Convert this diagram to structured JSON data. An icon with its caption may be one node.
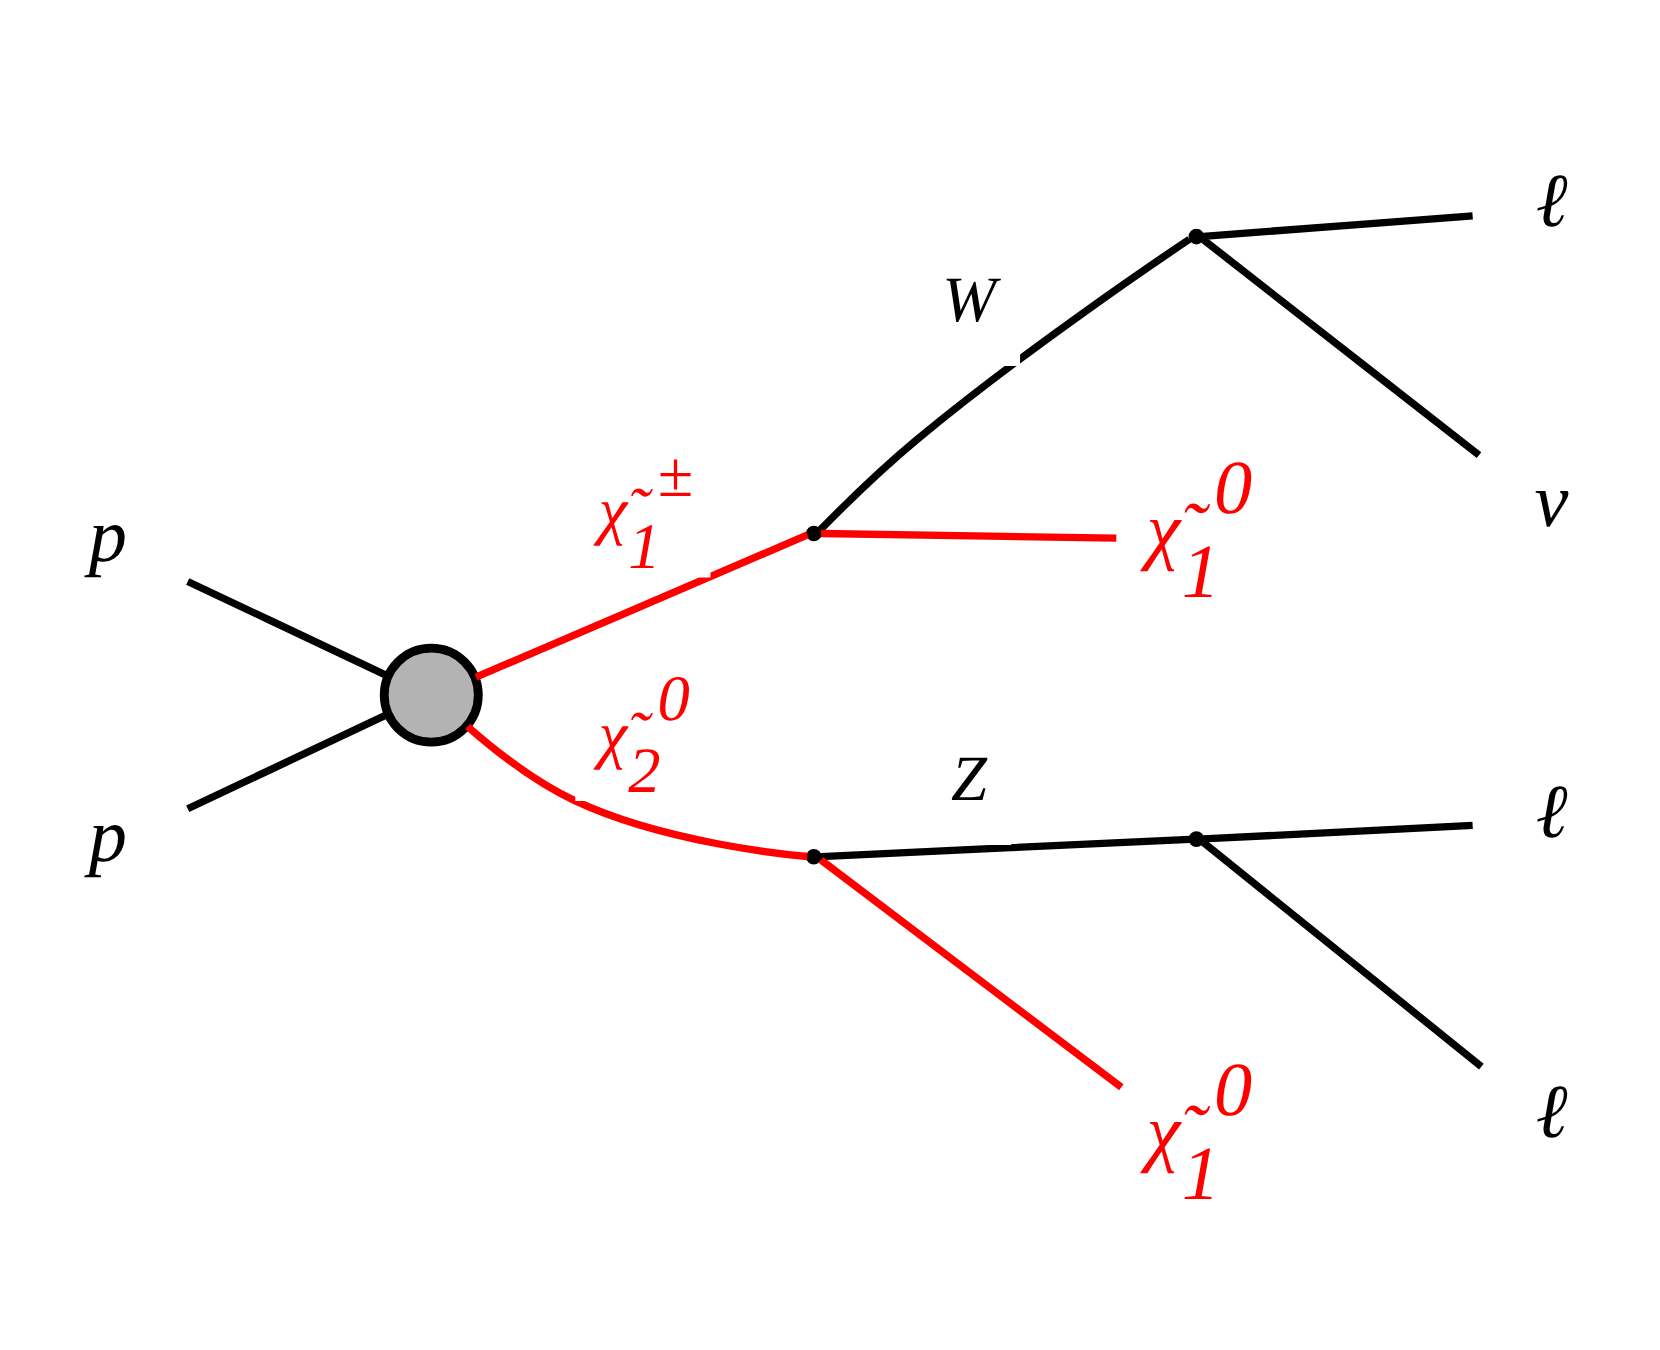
{
  "diagram": {
    "nodes": [
      {
        "text": [
          "p"
        ]
      },
      {
        "text": [
          "p"
        ]
      },
      {
        "text": [],
        "shape": "circle"
      },
      {
        "text": [],
        "shape": "point"
      },
      {
        "text": [],
        "shape": "point"
      },
      {
        "text": [],
        "shape": "point"
      },
      {
        "text": [],
        "shape": "point"
      },
      {
        "text": [
          "ℓ"
        ]
      },
      {
        "text": [
          "ν"
        ]
      },
      {
        "text": [
          "χ̃$_{1}$$^{0}$"
        ]
      },
      {
        "text": [
          "χ̃$_{1}$$^{0}$"
        ]
      },
      {
        "text": [
          "ℓ"
        ]
      },
      {
        "text": [
          "ℓ"
        ]
      }
    ],
    "edges": [
      {
        "from": 0,
        "to": 2,
        "arrow": "none"
      },
      {
        "from": 1,
        "to": 2,
        "arrow": "none"
      },
      {
        "from": 2,
        "to": 3,
        "arrow": "none",
        "label": "χ̃$_{1}$$^{±}$",
        "color": "#ff0000"
      },
      {
        "from": 2,
        "to": 4,
        "arrow": "none",
        "label": "χ̃$_{2}$$^{0}$",
        "color": "#ff0000"
      },
      {
        "from": 3,
        "to": 5,
        "arrow": "none",
        "label": "W"
      },
      {
        "from": 3,
        "to": 9,
        "arrow": "none",
        "color": "#ff0000"
      },
      {
        "from": 4,
        "to": 10,
        "arrow": "none",
        "color": "#ff0000"
      },
      {
        "from": 4,
        "to": 6,
        "arrow": "none",
        "label": "Z"
      },
      {
        "from": 5,
        "to": 7,
        "arrow": "none"
      },
      {
        "from": 5,
        "to": 8,
        "arrow": "none"
      },
      {
        "from": 6,
        "to": 11,
        "arrow": "none"
      },
      {
        "from": 6,
        "to": 12,
        "arrow": "none"
      }
    ]
  }
}
